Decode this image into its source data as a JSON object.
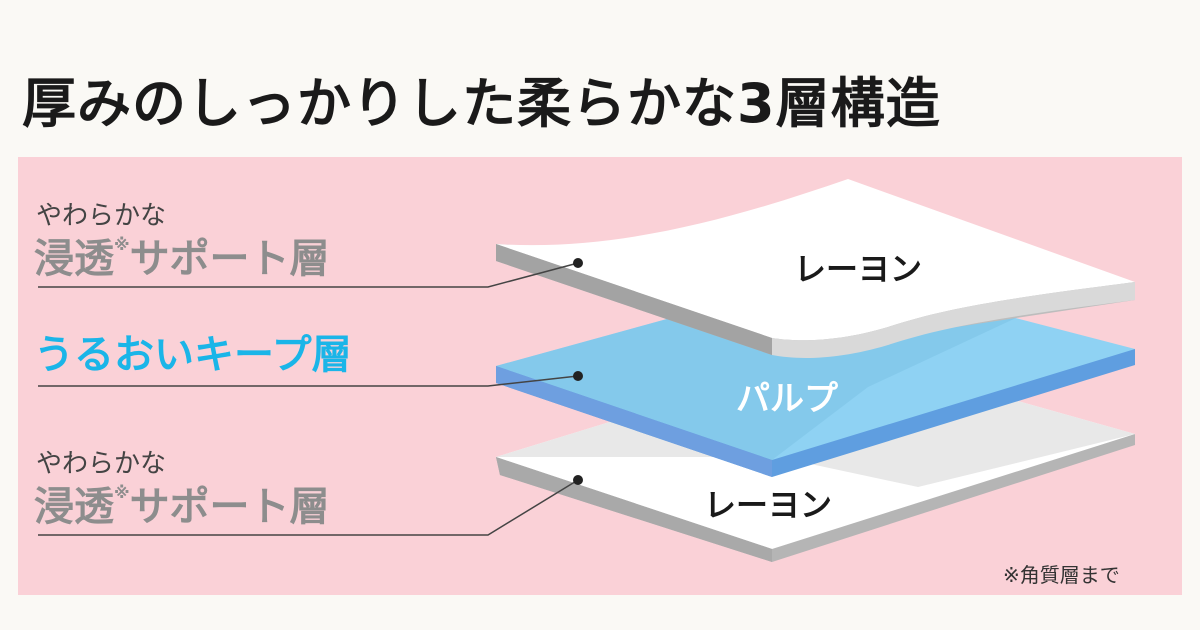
{
  "title": "厚みのしっかりした柔らかな3層構造",
  "labels": {
    "top_small": "やわらかな",
    "top_big_1": "浸透",
    "top_mark": "※",
    "top_big_2": "サポート層",
    "middle": "うるおいキープ層",
    "bottom_small": "やわらかな",
    "bottom_big_1": "浸透",
    "bottom_mark": "※",
    "bottom_big_2": "サポート層"
  },
  "layers": {
    "top": "レーヨン",
    "middle": "パルプ",
    "bottom": "レーヨン"
  },
  "note": "※角質層まで",
  "colors": {
    "panel": "#fad1d7",
    "accent_blue": "#1ab5e8",
    "title": "#1a1a1a"
  }
}
